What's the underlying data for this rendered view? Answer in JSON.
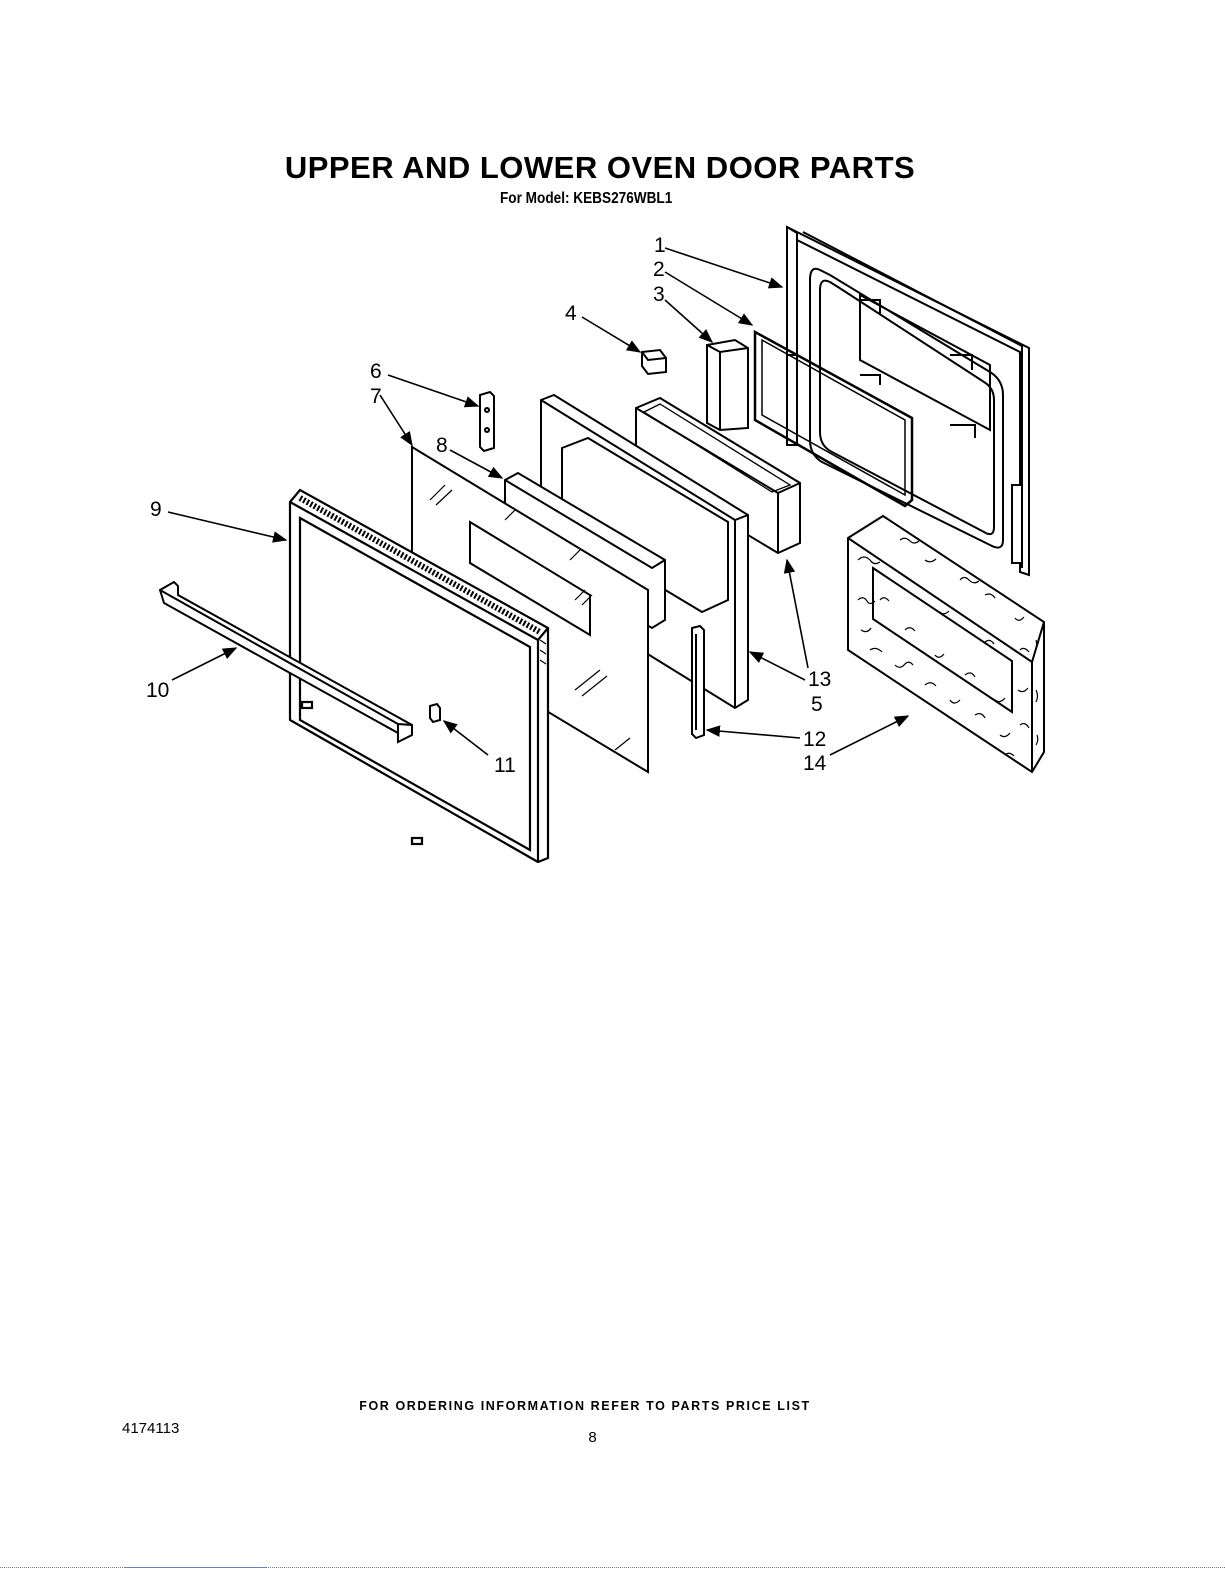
{
  "header": {
    "title": "UPPER AND LOWER OVEN DOOR PARTS",
    "subtitle": "For Model: KEBS276WBL1"
  },
  "callouts": [
    {
      "id": "1",
      "text": "1"
    },
    {
      "id": "2",
      "text": "2"
    },
    {
      "id": "3",
      "text": "3"
    },
    {
      "id": "4",
      "text": "4"
    },
    {
      "id": "5",
      "text": "5"
    },
    {
      "id": "6",
      "text": "6"
    },
    {
      "id": "7",
      "text": "7"
    },
    {
      "id": "8",
      "text": "8"
    },
    {
      "id": "9",
      "text": "9"
    },
    {
      "id": "10",
      "text": "10"
    },
    {
      "id": "11",
      "text": "11"
    },
    {
      "id": "12",
      "text": "12"
    },
    {
      "id": "13",
      "text": "13"
    },
    {
      "id": "14",
      "text": "14"
    }
  ],
  "footer": {
    "ordering_note": "FOR ORDERING INFORMATION REFER TO PARTS PRICE LIST",
    "document_number": "4174113",
    "page_number": "8"
  }
}
